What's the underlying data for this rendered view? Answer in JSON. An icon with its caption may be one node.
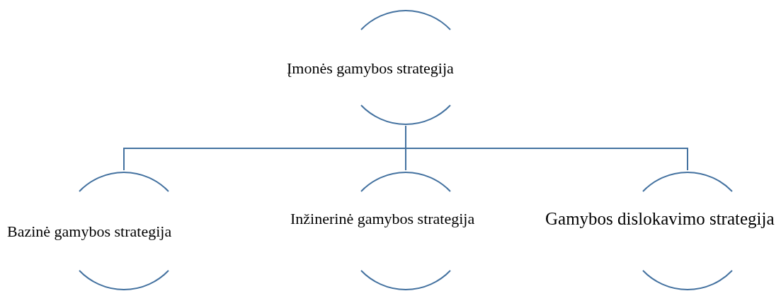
{
  "diagram": {
    "nodes": [
      {
        "text": [
          "Įmonės gamybos strategija"
        ]
      },
      {
        "text": [
          "Bazinė gamybos strategija"
        ]
      },
      {
        "text": [
          "Inžinerinė gamybos strategija"
        ]
      },
      {
        "text": [
          "Gamybos dislokavimo strategija"
        ]
      }
    ],
    "edges": [
      {
        "from": 0,
        "to": 1,
        "arrow": "none"
      },
      {
        "from": 0,
        "to": 2,
        "arrow": "none"
      },
      {
        "from": 0,
        "to": 3,
        "arrow": "none"
      }
    ]
  }
}
